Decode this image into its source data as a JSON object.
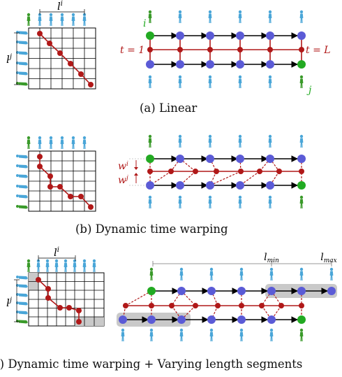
{
  "captions": {
    "a": "(a) Linear",
    "b": "(b) Dynamic time warping",
    "c": "(c) Dynamic time warping + Varying length segments"
  },
  "labels": {
    "li": "l",
    "li_sup": "i",
    "lj": "l",
    "lj_sup": "j",
    "i": "i",
    "j": "j",
    "t1": "t = 1",
    "tL": "t = L",
    "wi": "w",
    "wi_sup": "i",
    "wj": "w",
    "wj_sup": "j",
    "lmin": "l",
    "lmin_sub": "min",
    "lmax": "l",
    "lmax_sub": "max"
  },
  "colors": {
    "blue_figure": "#4aa6d8",
    "green_figure": "#3a9a2a",
    "node_blue": "#5b5bd6",
    "node_green": "#22aa22",
    "node_red": "#b01818",
    "path_red": "#b01818",
    "arrow_black": "#000000",
    "highlight": "#c9c9c9"
  },
  "icons": [
    "person-figure-icon"
  ]
}
